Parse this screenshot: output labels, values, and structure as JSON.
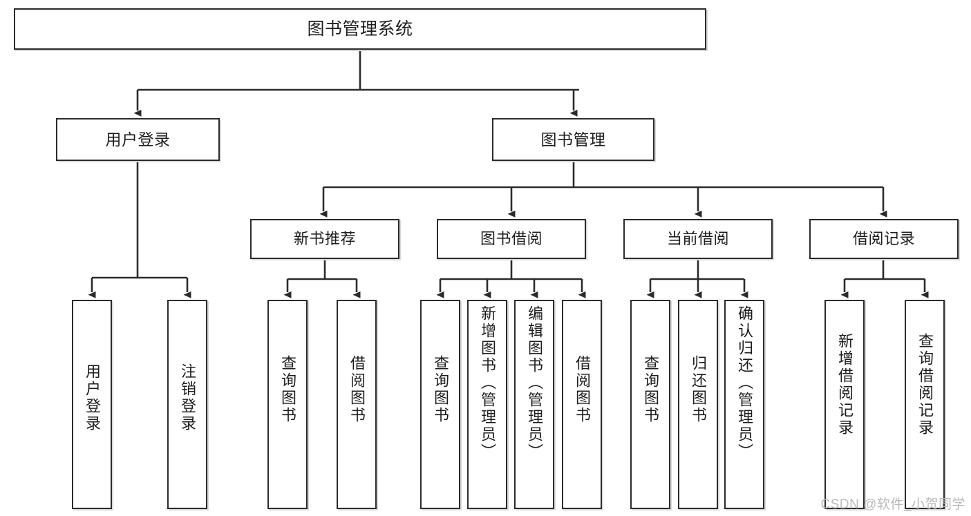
{
  "diagram": {
    "title": "图书管理系统",
    "type": "tree",
    "watermark": "CSDN @软件_小贺同学",
    "colors": {
      "border": "#2b2b2b",
      "shadow": "#d8d8d8",
      "background": "#ffffff",
      "text": "#1d1d1d",
      "watermark": "#b9b9b9"
    },
    "nodes": {
      "root": {
        "label": "图书管理系统"
      },
      "level2": [
        {
          "id": "user-login",
          "label": "用户登录"
        },
        {
          "id": "book-management",
          "label": "图书管理"
        }
      ],
      "level3": [
        {
          "id": "new-book-recommend",
          "label": "新书推荐"
        },
        {
          "id": "book-borrow",
          "label": "图书借阅"
        },
        {
          "id": "current-borrow",
          "label": "当前借阅"
        },
        {
          "id": "borrow-record",
          "label": "借阅记录"
        }
      ],
      "leaves": [
        {
          "id": "leaf-user-login",
          "label": "用户登录",
          "parent": "user-login"
        },
        {
          "id": "leaf-logout-login",
          "label": "注销登录",
          "parent": "user-login"
        },
        {
          "id": "leaf-query-book-1",
          "label": "查询图书",
          "parent": "new-book-recommend"
        },
        {
          "id": "leaf-borrow-book-1",
          "label": "借阅图书",
          "parent": "new-book-recommend"
        },
        {
          "id": "leaf-query-book-2",
          "label": "查询图书",
          "parent": "book-borrow"
        },
        {
          "id": "leaf-add-book",
          "label": "新增图书（管理员）",
          "parent": "book-borrow"
        },
        {
          "id": "leaf-edit-book",
          "label": "编辑图书（管理员）",
          "parent": "book-borrow"
        },
        {
          "id": "leaf-borrow-book-2",
          "label": "借阅图书",
          "parent": "book-borrow"
        },
        {
          "id": "leaf-query-book-3",
          "label": "查询图书",
          "parent": "current-borrow"
        },
        {
          "id": "leaf-return-book",
          "label": "归还图书",
          "parent": "current-borrow"
        },
        {
          "id": "leaf-confirm-return",
          "label": "确认归还（管理员）",
          "parent": "current-borrow"
        },
        {
          "id": "leaf-add-borrow-record",
          "label": "新增借阅记录",
          "parent": "borrow-record"
        },
        {
          "id": "leaf-query-borrow-record",
          "label": "查询借阅记录",
          "parent": "borrow-record"
        }
      ]
    }
  }
}
